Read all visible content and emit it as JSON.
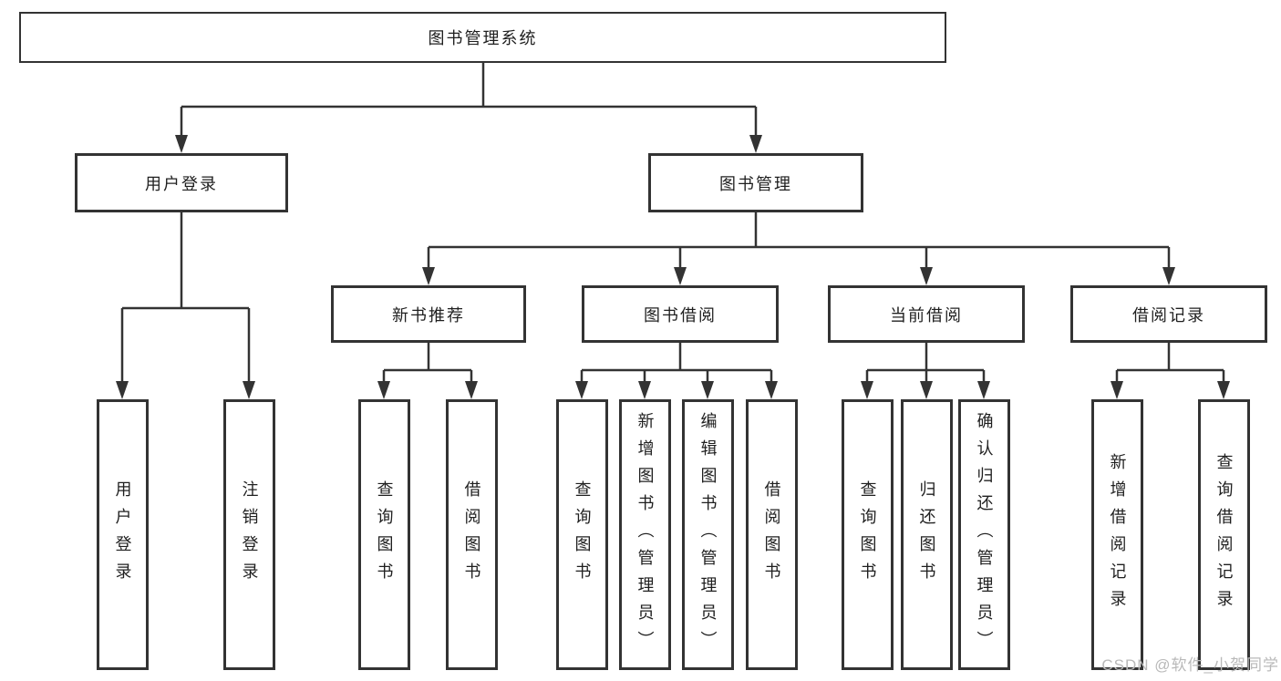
{
  "title_node": {
    "label": "图书管理系统"
  },
  "level2": [
    {
      "label": "用户登录"
    },
    {
      "label": "图书管理"
    }
  ],
  "level3": [
    {
      "label": "新书推荐"
    },
    {
      "label": "图书借阅"
    },
    {
      "label": "当前借阅"
    },
    {
      "label": "借阅记录"
    }
  ],
  "leaves": [
    {
      "label": "用户登录"
    },
    {
      "label": "注销登录"
    },
    {
      "label": "查询图书"
    },
    {
      "label": "借阅图书"
    },
    {
      "label": "查询图书"
    },
    {
      "label": "新增图书（管理员）"
    },
    {
      "label": "编辑图书（管理员）"
    },
    {
      "label": "借阅图书"
    },
    {
      "label": "查询图书"
    },
    {
      "label": "归还图书"
    },
    {
      "label": "确认归还（管理员）"
    },
    {
      "label": "新增借阅记录"
    },
    {
      "label": "查询借阅记录"
    }
  ],
  "watermark": {
    "text": "CSDN @软件_小贺同学"
  },
  "colors": {
    "line": "#333333",
    "ink": "#1f1f1f",
    "background": "#ffffff",
    "watermark": "#b9b9b9"
  }
}
